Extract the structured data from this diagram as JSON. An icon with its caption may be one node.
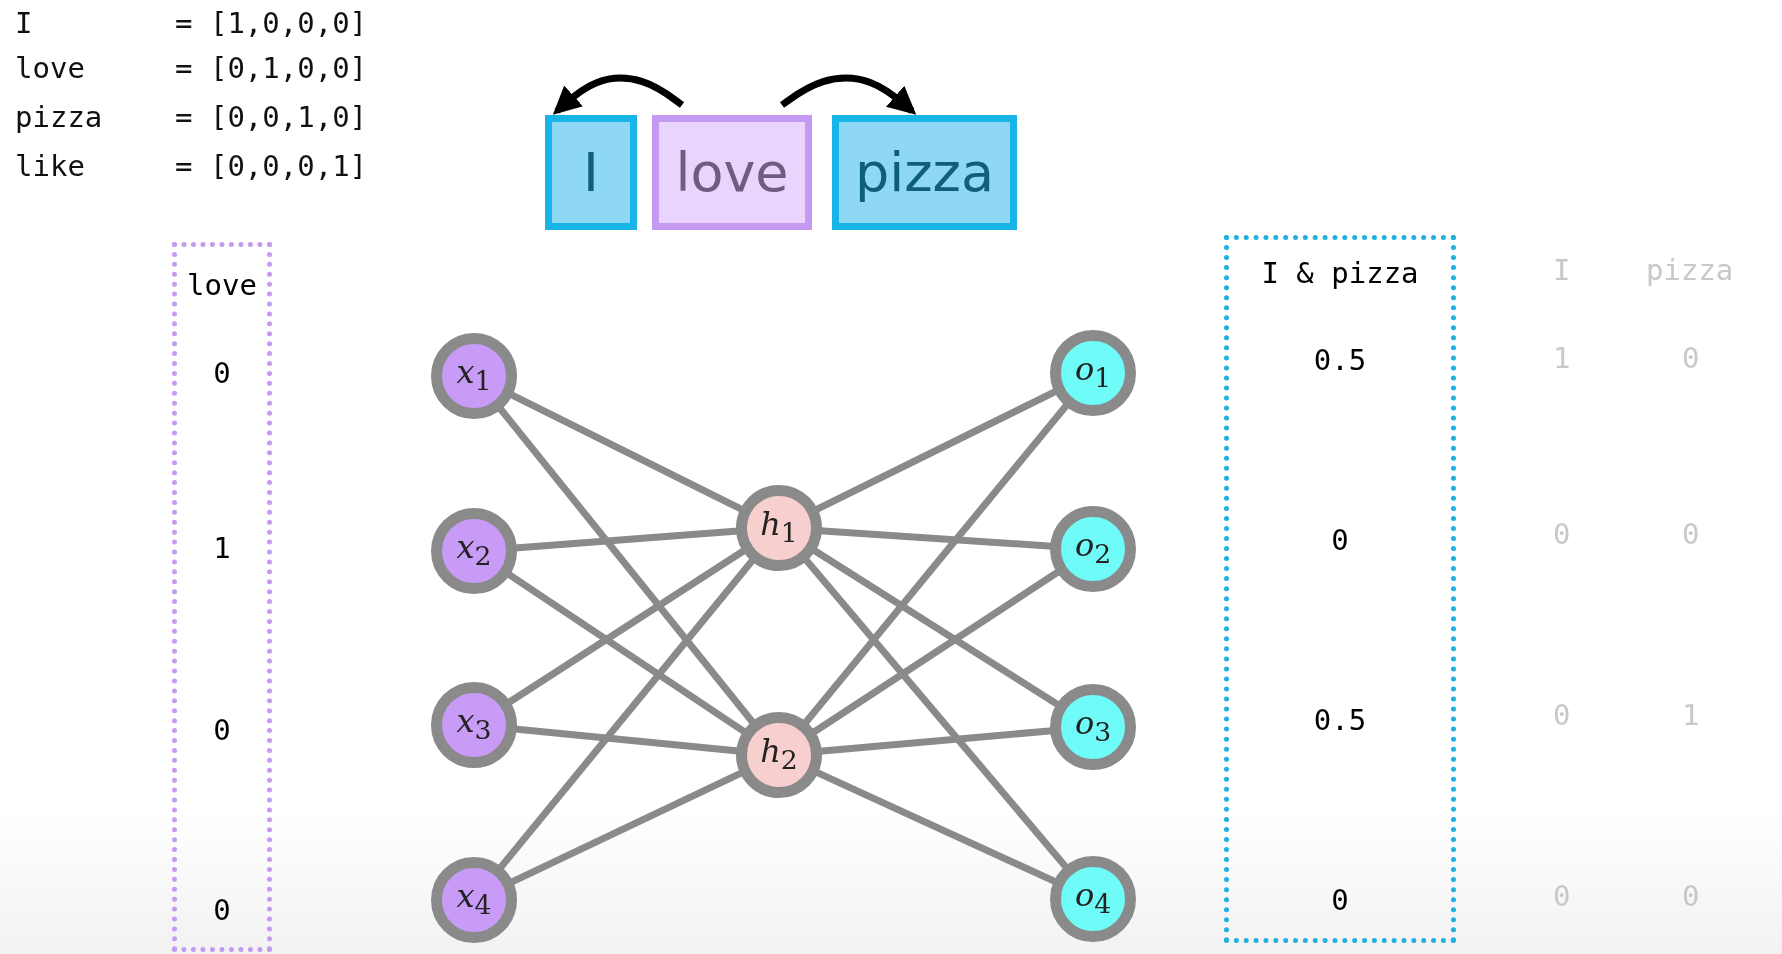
{
  "diagram": {
    "nodes": [
      {
        "text": [
          "I"
        ]
      },
      {
        "text": [
          "love"
        ]
      },
      {
        "text": [
          "pizza"
        ]
      },
      {
        "text": [
          "love",
          "0",
          "1",
          "0",
          "0"
        ]
      },
      {
        "text": [
          "*x*$_{1}$"
        ]
      },
      {
        "text": [
          "*x*$_{2}$"
        ]
      },
      {
        "text": [
          "*x*$_{3}$"
        ]
      },
      {
        "text": [
          "*x*$_{4}$"
        ]
      },
      {
        "text": [
          "*h*$_{1}$"
        ]
      },
      {
        "text": [
          "*h*$_{2}$"
        ]
      },
      {
        "text": [
          "*o*$_{1}$"
        ]
      },
      {
        "text": [
          "*o*$_{2}$"
        ]
      },
      {
        "text": [
          "*o*$_{3}$"
        ]
      },
      {
        "text": [
          "*o*$_{4}$"
        ]
      },
      {
        "text": [
          "I & pizza",
          "0.5",
          "0",
          "0.5",
          "0"
        ]
      }
    ],
    "edges": [
      {
        "from": 1,
        "to": 0,
        "arrow": "to",
        "color": "#000000"
      },
      {
        "from": 1,
        "to": 2,
        "arrow": "to",
        "color": "#000000"
      },
      {
        "from": 4,
        "to": 8,
        "arrow": "none"
      },
      {
        "from": 4,
        "to": 9,
        "arrow": "none"
      },
      {
        "from": 5,
        "to": 8,
        "arrow": "none"
      },
      {
        "from": 5,
        "to": 9,
        "arrow": "none"
      },
      {
        "from": 6,
        "to": 8,
        "arrow": "none"
      },
      {
        "from": 6,
        "to": 9,
        "arrow": "none"
      },
      {
        "from": 7,
        "to": 8,
        "arrow": "none"
      },
      {
        "from": 7,
        "to": 9,
        "arrow": "none"
      },
      {
        "from": 8,
        "to": 10,
        "arrow": "none"
      },
      {
        "from": 8,
        "to": 11,
        "arrow": "none"
      },
      {
        "from": 8,
        "to": 12,
        "arrow": "none"
      },
      {
        "from": 8,
        "to": 13,
        "arrow": "none"
      },
      {
        "from": 9,
        "to": 10,
        "arrow": "none"
      },
      {
        "from": 9,
        "to": 11,
        "arrow": "none"
      },
      {
        "from": 9,
        "to": 12,
        "arrow": "none"
      },
      {
        "from": 9,
        "to": 13,
        "arrow": "none"
      }
    ],
    "labels": [
      "I",
      "= [1,0,0,0]",
      "love",
      "= [0,1,0,0]",
      "pizza",
      "= [0,0,1,0]",
      "like",
      "= [0,0,0,1]",
      "I",
      "pizza",
      "1",
      "0",
      "0",
      "0",
      "0",
      "1",
      "0",
      "0"
    ]
  }
}
